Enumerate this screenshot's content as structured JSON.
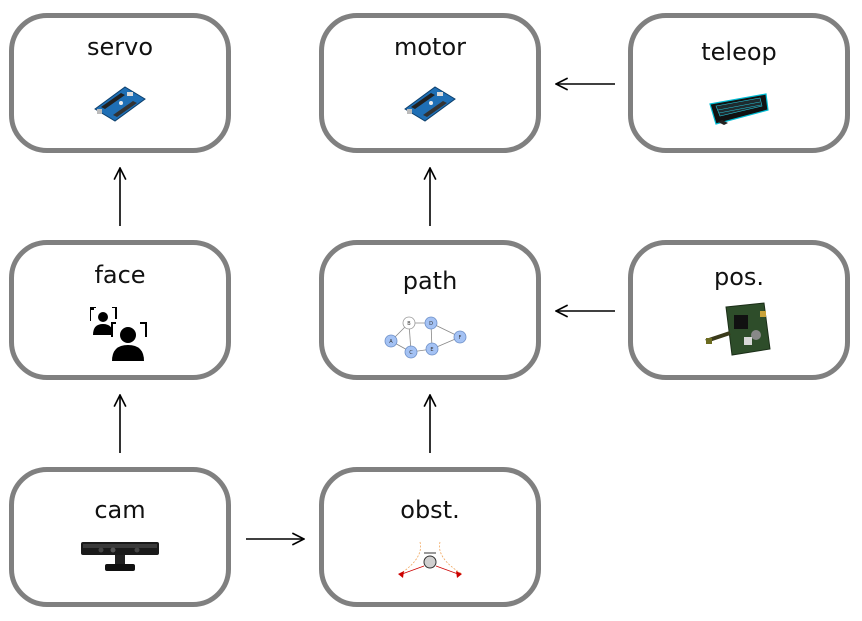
{
  "nodes": {
    "servo": {
      "label": "servo",
      "icon": "arduino-board-icon"
    },
    "motor": {
      "label": "motor",
      "icon": "arduino-board-icon"
    },
    "teleop": {
      "label": "teleop",
      "icon": "keyboard-icon"
    },
    "face": {
      "label": "face",
      "icon": "face-detection-icon"
    },
    "path": {
      "label": "path",
      "icon": "graph-network-icon"
    },
    "pos": {
      "label": "pos.",
      "icon": "circuit-board-icon"
    },
    "cam": {
      "label": "cam",
      "icon": "kinect-camera-icon"
    },
    "obst": {
      "label": "obst.",
      "icon": "obstacle-diagram-icon"
    }
  },
  "edges": [
    {
      "from": "teleop",
      "to": "motor"
    },
    {
      "from": "face",
      "to": "servo"
    },
    {
      "from": "path",
      "to": "motor"
    },
    {
      "from": "pos",
      "to": "path"
    },
    {
      "from": "cam",
      "to": "face"
    },
    {
      "from": "obst",
      "to": "path"
    },
    {
      "from": "cam",
      "to": "obst"
    }
  ],
  "path_graph_nodes": [
    "A",
    "B",
    "C",
    "D",
    "E",
    "F"
  ],
  "colors": {
    "border": "#808080",
    "arrow": "#000000",
    "graph_node": "#a4c2f4"
  }
}
